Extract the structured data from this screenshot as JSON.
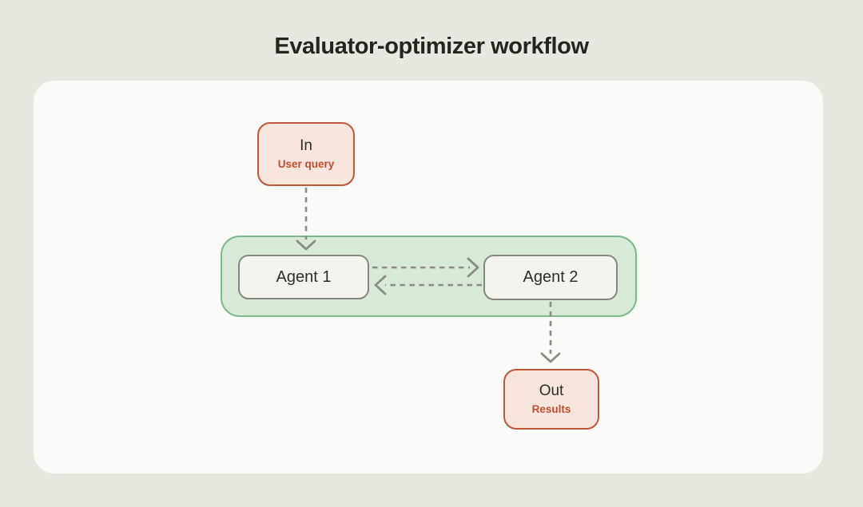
{
  "header": {
    "title": "Evaluator-optimizer workflow"
  },
  "diagram": {
    "nodes": {
      "in": {
        "title": "In",
        "subtitle": "User query",
        "type": "input"
      },
      "agent1": {
        "label": "Agent 1",
        "type": "agent"
      },
      "agent2": {
        "label": "Agent 2",
        "type": "agent"
      },
      "out": {
        "title": "Out",
        "subtitle": "Results",
        "type": "output"
      }
    },
    "container": {
      "name": "evaluator-optimizer-loop",
      "contains": [
        "agent1",
        "agent2"
      ]
    },
    "edges": [
      {
        "from": "in",
        "to": "agent1",
        "style": "dashed"
      },
      {
        "from": "agent1",
        "to": "agent2",
        "style": "dashed"
      },
      {
        "from": "agent2",
        "to": "agent1",
        "style": "dashed"
      },
      {
        "from": "agent2",
        "to": "out",
        "style": "dashed"
      }
    ]
  },
  "colors": {
    "canvas_bg": "#e8e8e1",
    "panel_bg": "#fafaf8",
    "title_text": "#212720",
    "text_dark": "#2f2f2a",
    "io_fill": "#f7e5de",
    "io_border": "#c0553a",
    "io_text_accent": "#c14f2d",
    "agent_fill": "#f3f4ef",
    "agent_border": "#878780",
    "stage_fill": "#d9e9d8",
    "stage_border": "#7db98a",
    "arrow": "#8a8b83"
  }
}
